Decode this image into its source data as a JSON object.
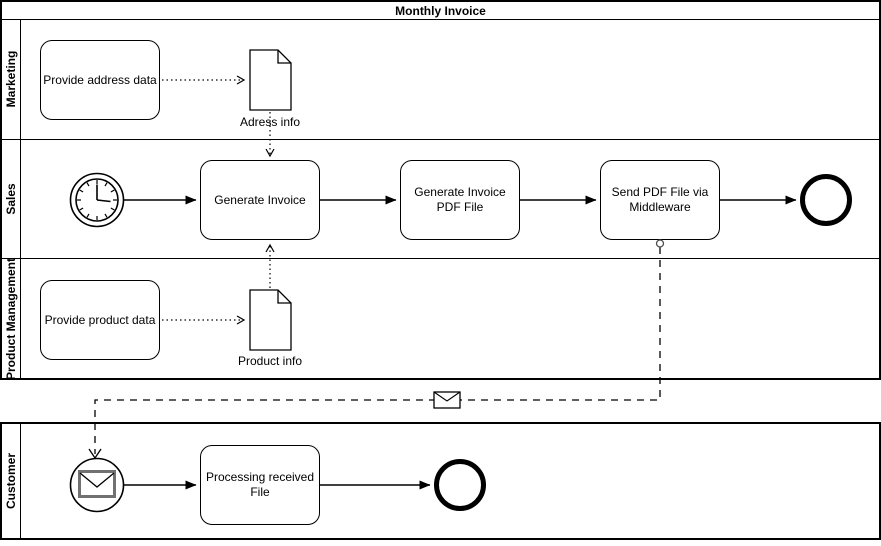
{
  "pool_main": {
    "title": "Monthly Invoice",
    "lanes": {
      "marketing": "Marketing",
      "sales": "Sales",
      "product_management": "Product Management"
    }
  },
  "pool_customer": {
    "label": "Customer"
  },
  "nodes": {
    "provide_address_data": "Provide address data",
    "address_info": "Adress info",
    "generate_invoice": "Generate Invoice",
    "generate_invoice_pdf": "Generate Invoice\nPDF File",
    "send_pdf_middleware": "Send PDF File via\nMiddleware",
    "provide_product_data": "Provide product data",
    "product_info": "Product info",
    "processing_received_file": "Processing received\nFile"
  },
  "icons": {
    "timer_start_event": "clock-icon",
    "message_start_event": "envelope-icon",
    "message_flow_marker": "envelope-icon",
    "data_objects": "document-icon"
  },
  "colors": {
    "stroke": "#000000",
    "background": "#ffffff",
    "envelope_gray": "#717171"
  }
}
